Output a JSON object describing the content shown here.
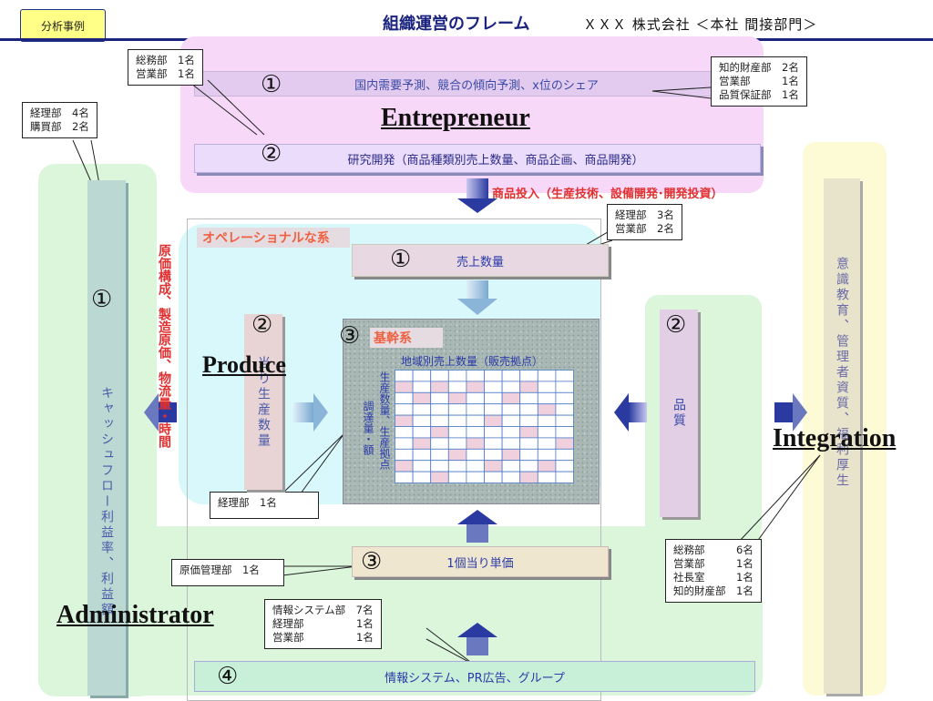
{
  "header": {
    "badge": "分析事例",
    "title": "組織運営のフレーム",
    "company": "ＸＸＸ 株式会社 ＜本社 間接部門＞"
  },
  "entrepreneur": {
    "label": "Entrepreneur",
    "num1": "①",
    "bar1": "国内需要予測、競合の傾向予測、x位のシェア",
    "num2": "②",
    "bar2": "研究開発（商品種類別売上数量、商品企画、商品開発）",
    "investment": "商品投入（生産技術、設備開発･開発投資）"
  },
  "operation": {
    "label": "オペレーショナルな系",
    "num1": "①",
    "sales_bar": "売上数量",
    "num2": "②",
    "produce_bar": "当り生産数量",
    "produce_label": "Produce",
    "num3": "③",
    "core_label": "基幹系",
    "grid_title": "地域別売上数量（販売拠点）",
    "grid_side_a": "調達量・額",
    "grid_side_b": "生産数量、生産拠点"
  },
  "administrator": {
    "label": "Administrator",
    "num1": "①",
    "cash_bar": "キャッシュフロー利益率、利益額",
    "cost_label": "原価構成、製造原価、物流量・時間",
    "num3": "③",
    "unit_bar": "1個当り単価",
    "num4": "④",
    "info_bar": "情報システム、PR広告、グループ"
  },
  "integration": {
    "label": "Integration",
    "num2": "②",
    "quality_bar": "品質",
    "awareness_bar": "意識教育、管理者資質、福利厚生"
  },
  "callouts": {
    "top_left": "総務部　1名\n営業部　1名",
    "left": "経理部　4名\n購買部　2名",
    "top_right": "知的財産部　2名\n営業部　　　1名\n品質保証部　1名",
    "sales": "経理部　3名\n営業部　2名",
    "produce": "経理部　1名",
    "cost": "原価管理部　1名",
    "info": "情報システム部　7名\n経理部　　　　　1名\n営業部　　　　　1名",
    "integration": "総務部　　　6名\n営業部　　　1名\n社長室　　　1名\n知的財産部　1名"
  },
  "colors": {
    "accent": "#1a237e",
    "pink_region": "#f8d8f8",
    "green_region": "#dcf6dc",
    "cyan_region": "#d8f8fb",
    "red_text": "#e03030"
  }
}
